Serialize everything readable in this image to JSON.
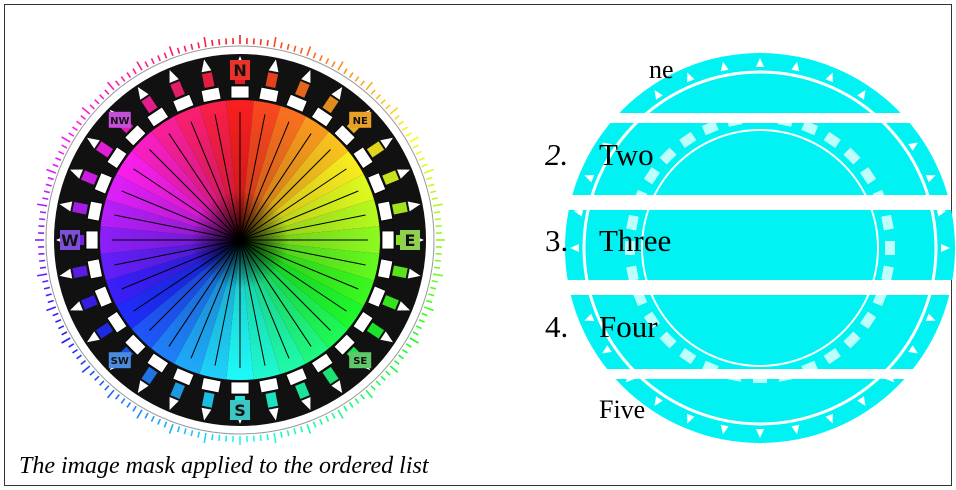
{
  "compass": {
    "cardinals": [
      "N",
      "E",
      "S",
      "W"
    ],
    "intercardinals": [
      "NE",
      "SE",
      "SW",
      "NW"
    ],
    "point_count": 32,
    "outer_ring_color": "#111111",
    "cardinal_box_colors": {
      "N": "#e8322a",
      "E": "#8fd14f",
      "S": "#3cc6c6",
      "W": "#7b4fd8",
      "NE": "#e8a028",
      "SE": "#5fc86a",
      "SW": "#4a8be0",
      "NW": "#c64fd8"
    }
  },
  "masked_list": {
    "mask_color": "#00f2f2",
    "items": [
      {
        "number": "",
        "text": "ne"
      },
      {
        "number": "2.",
        "text": "Two"
      },
      {
        "number": "3.",
        "text": "Three"
      },
      {
        "number": "4.",
        "text": "Four"
      },
      {
        "number": "",
        "text": "Five"
      }
    ]
  },
  "caption": "The image mask applied to the ordered list"
}
